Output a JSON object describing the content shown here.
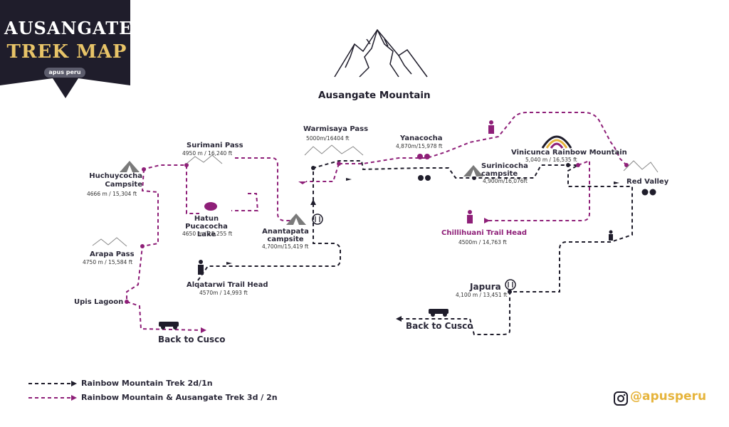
{
  "banner": {
    "line1": "AUSANGATE",
    "line2": "TREK MAP",
    "brand": "apus peru"
  },
  "mountain_title": "Ausangate Mountain",
  "places": {
    "warmisaya": {
      "name": "Warmisaya Pass",
      "alt": "5000m/16404 ft"
    },
    "yanacocha": {
      "name": "Yanacocha",
      "alt": "4,870m/15,978 ft"
    },
    "surinicocha": {
      "name": "Surinicocha campsite",
      "alt": "4,900m/16,076ft"
    },
    "vinicunca": {
      "name": "Vinicunca Rainbow Mountain",
      "alt": "5,040 m / 16,535 ft"
    },
    "red_valley": {
      "name": "Red Valley"
    },
    "surimani": {
      "name": "Surimani Pass",
      "alt": "4950 m / 16,240 ft"
    },
    "huchuycocha": {
      "name": "Huchuycocha Campsite",
      "alt": "4666 m / 15,304 ft"
    },
    "hatun": {
      "name": "Hatun Pucacocha Lake",
      "alt": "4650 m / 15,255 ft"
    },
    "anantapata": {
      "name": "Anantapata campsite",
      "alt": "4,700m/15,419 ft"
    },
    "arapa": {
      "name": "Arapa Pass",
      "alt": "4750 m / 15,584 ft"
    },
    "alqatarwi": {
      "name": "Alqatarwi Trail Head",
      "alt": "4570m / 14,993 ft"
    },
    "upis": {
      "name": "Upis Lagoon"
    },
    "back_left": {
      "name": "Back to Cusco"
    },
    "chillihuani": {
      "name": "Chillihuani Trail Head",
      "alt": "4500m / 14,763 ft"
    },
    "japura": {
      "name": "Japura",
      "alt": "4,100 m / 13,451 ft"
    },
    "back_right": {
      "name": "Back to Cusco"
    }
  },
  "legend": [
    {
      "label": "Rainbow Mountain Trek 2d/1n",
      "color": "#1f1d2b"
    },
    {
      "label": "Rainbow Mountain & Ausangate Trek 3d / 2n",
      "color": "#8e1f78"
    }
  ],
  "social": {
    "handle": "@apusperu",
    "icon": "instagram-icon"
  },
  "colors": {
    "navy": "#1f1d2b",
    "purple": "#8e1f78",
    "gold": "#e8c468",
    "accent": "#e6b43c"
  }
}
